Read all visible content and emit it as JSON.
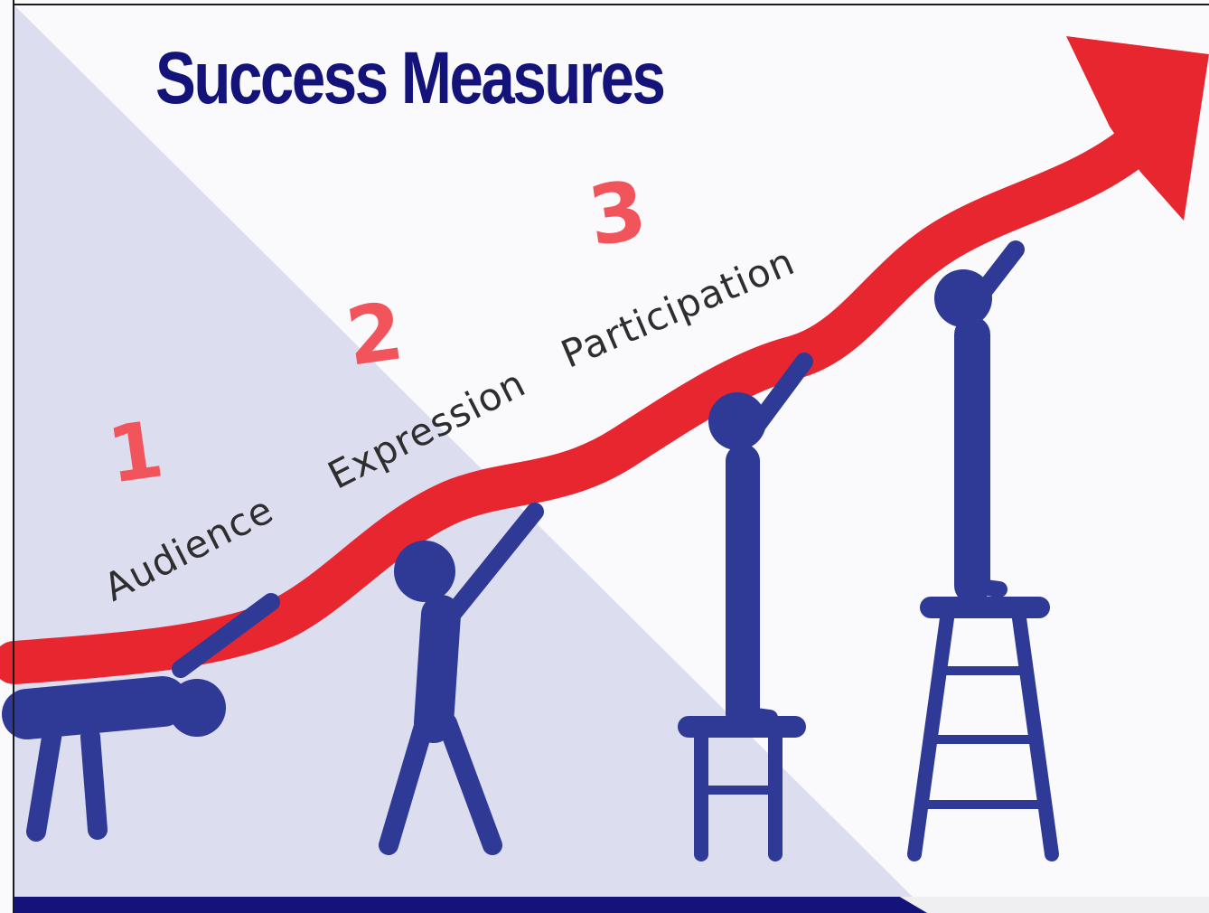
{
  "title": "Success Measures",
  "steps": [
    {
      "number": "1",
      "label": "Audience"
    },
    {
      "number": "2",
      "label": "Expression"
    },
    {
      "number": "3",
      "label": "Participation"
    }
  ],
  "colors": {
    "navy": "#14137a",
    "figure_blue": "#2f3a96",
    "arrow_red": "#e8262f",
    "number_coral": "#f2545b",
    "label_gray": "#2e2e2e",
    "overlay_lavender": "#d9d9ee"
  }
}
